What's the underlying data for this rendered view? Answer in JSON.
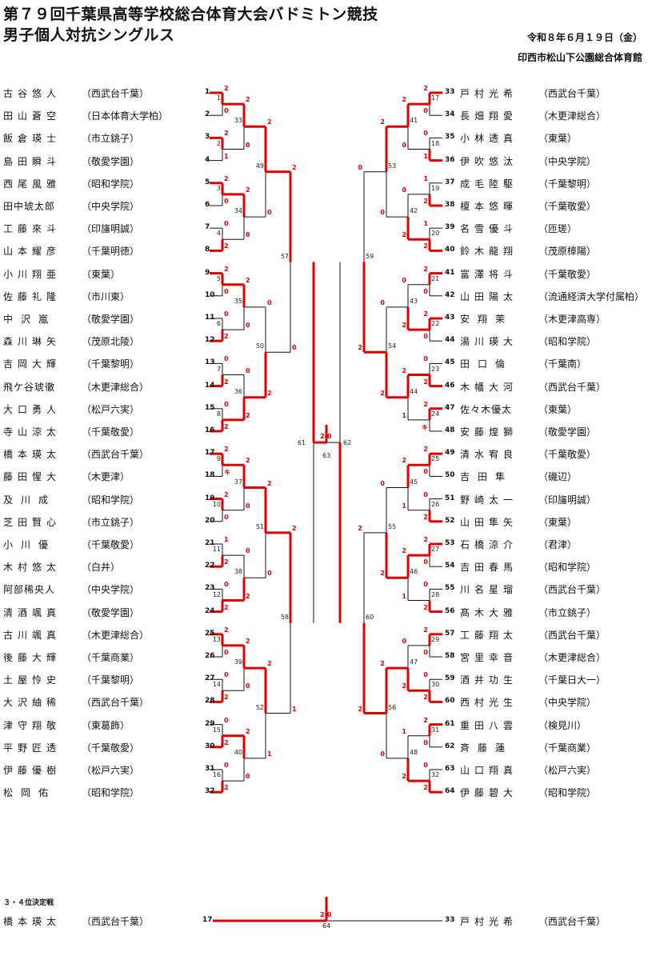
{
  "header": {
    "title_line1": "第７９回千葉県高等学校総合体育大会バドミトン競技",
    "title_line2": "男子個人対抗シングルス",
    "date": "令和８年６月１９日（金）",
    "venue": "印西市松山下公園総合体育館"
  },
  "colors": {
    "win": "#e10000",
    "line": "#111111"
  },
  "left_players": [
    {
      "seed": "1",
      "name": "古谷悠人",
      "school": "西武台千葉"
    },
    {
      "seed": "2",
      "name": "田山蒼空",
      "school": "日本体育大学柏"
    },
    {
      "seed": "3",
      "name": "飯倉瑛士",
      "school": "市立銚子"
    },
    {
      "seed": "4",
      "name": "島田瞬斗",
      "school": "敬愛学園"
    },
    {
      "seed": "5",
      "name": "西尾風雅",
      "school": "昭和学院"
    },
    {
      "seed": "6",
      "name": "田中琥太郎",
      "school": "中央学院"
    },
    {
      "seed": "7",
      "name": "工藤來斗",
      "school": "印旛明誠"
    },
    {
      "seed": "8",
      "name": "山本耀彦",
      "school": "千葉明徳"
    },
    {
      "seed": "9",
      "name": "小川翔亜",
      "school": "東葉"
    },
    {
      "seed": "10",
      "name": "佐藤礼隆",
      "school": "市川東"
    },
    {
      "seed": "11",
      "name": "中沢嵐",
      "school": "敬愛学園"
    },
    {
      "seed": "12",
      "name": "森川琳矢",
      "school": "茂原北陵"
    },
    {
      "seed": "13",
      "name": "吉岡大輝",
      "school": "千葉黎明"
    },
    {
      "seed": "14",
      "name": "飛ケ谷琥徹",
      "school": "木更津総合"
    },
    {
      "seed": "15",
      "name": "大口勇人",
      "school": "松戸六実"
    },
    {
      "seed": "16",
      "name": "寺山涼太",
      "school": "千葉敬愛"
    },
    {
      "seed": "17",
      "name": "橋本瑛太",
      "school": "西武台千葉"
    },
    {
      "seed": "18",
      "name": "藤田惺大",
      "school": "木更津"
    },
    {
      "seed": "19",
      "name": "及川成",
      "school": "昭和学院"
    },
    {
      "seed": "20",
      "name": "芝田賢心",
      "school": "市立銚子"
    },
    {
      "seed": "21",
      "name": "小川優",
      "school": "千葉敬愛"
    },
    {
      "seed": "22",
      "name": "木村悠太",
      "school": "白井"
    },
    {
      "seed": "23",
      "name": "阿部稀央人",
      "school": "中央学院"
    },
    {
      "seed": "24",
      "name": "清酒颯真",
      "school": "敬愛学園"
    },
    {
      "seed": "25",
      "name": "古川颯真",
      "school": "木更津総合"
    },
    {
      "seed": "26",
      "name": "後藤大輝",
      "school": "千葉商業"
    },
    {
      "seed": "27",
      "name": "土屋怜史",
      "school": "千葉黎明"
    },
    {
      "seed": "28",
      "name": "大沢紬稀",
      "school": "西武台千葉"
    },
    {
      "seed": "29",
      "name": "津守翔敬",
      "school": "東葛飾"
    },
    {
      "seed": "30",
      "name": "平野匠透",
      "school": "千葉敬愛"
    },
    {
      "seed": "31",
      "name": "伊藤優樹",
      "school": "松戸六実"
    },
    {
      "seed": "32",
      "name": "松岡佑",
      "school": "昭和学院"
    }
  ],
  "right_players": [
    {
      "seed": "33",
      "name": "戸村光希",
      "school": "西武台千葉"
    },
    {
      "seed": "34",
      "name": "長畑翔愛",
      "school": "木更津総合"
    },
    {
      "seed": "35",
      "name": "小林透真",
      "school": "東葉"
    },
    {
      "seed": "36",
      "name": "伊吹悠汰",
      "school": "中央学院"
    },
    {
      "seed": "37",
      "name": "成毛陸駆",
      "school": "千葉黎明"
    },
    {
      "seed": "38",
      "name": "榎本悠暉",
      "school": "千葉敬愛"
    },
    {
      "seed": "39",
      "name": "名雪優斗",
      "school": "匝瑳"
    },
    {
      "seed": "40",
      "name": "鈴木龍翔",
      "school": "茂原樟陽"
    },
    {
      "seed": "41",
      "name": "富澤将斗",
      "school": "千葉敬愛"
    },
    {
      "seed": "42",
      "name": "山田陽太",
      "school": "流通経済大学付属柏"
    },
    {
      "seed": "43",
      "name": "安翔茉",
      "school": "木更津高専"
    },
    {
      "seed": "44",
      "name": "湯川瑛大",
      "school": "昭和学院"
    },
    {
      "seed": "45",
      "name": "田口倫",
      "school": "千葉南"
    },
    {
      "seed": "46",
      "name": "木幡大河",
      "school": "西武台千葉"
    },
    {
      "seed": "47",
      "name": "佐々木優太",
      "school": "東葉"
    },
    {
      "seed": "48",
      "name": "安藤煌獅",
      "school": "敬愛学園"
    },
    {
      "seed": "49",
      "name": "清水宥良",
      "school": "千葉敬愛"
    },
    {
      "seed": "50",
      "name": "吉田隼",
      "school": "磯辺"
    },
    {
      "seed": "51",
      "name": "野崎太一",
      "school": "印旛明誠"
    },
    {
      "seed": "52",
      "name": "山田隼矢",
      "school": "東葉"
    },
    {
      "seed": "53",
      "name": "石橋涼介",
      "school": "君津"
    },
    {
      "seed": "54",
      "name": "吉田春馬",
      "school": "昭和学院"
    },
    {
      "seed": "55",
      "name": "川名星瑠",
      "school": "西武台千葉"
    },
    {
      "seed": "56",
      "name": "髙木大雅",
      "school": "市立銚子"
    },
    {
      "seed": "57",
      "name": "工藤翔太",
      "school": "西武台千葉"
    },
    {
      "seed": "58",
      "name": "宮里幸音",
      "school": "木更津総合"
    },
    {
      "seed": "59",
      "name": "酒井功生",
      "school": "千葉日大一"
    },
    {
      "seed": "60",
      "name": "西村光生",
      "school": "中央学院"
    },
    {
      "seed": "61",
      "name": "重田八雲",
      "school": "検見川"
    },
    {
      "seed": "62",
      "name": "斉藤蓮",
      "school": "千葉商業"
    },
    {
      "seed": "63",
      "name": "山口翔真",
      "school": "松戸六実"
    },
    {
      "seed": "64",
      "name": "伊藤碧大",
      "school": "昭和学院"
    }
  ],
  "matches": {
    "left_r1": [
      {
        "no": "1",
        "top": "2",
        "bot": "0",
        "winner": "top"
      },
      {
        "no": "2",
        "top": "2",
        "bot": "1",
        "winner": "top"
      },
      {
        "no": "3",
        "top": "2",
        "bot": "0",
        "winner": "top"
      },
      {
        "no": "4",
        "top": "0",
        "bot": "2",
        "winner": "bot"
      },
      {
        "no": "5",
        "top": "2",
        "bot": "0",
        "winner": "top"
      },
      {
        "no": "6",
        "top": "0",
        "bot": "2",
        "winner": "bot"
      },
      {
        "no": "7",
        "top": "0",
        "bot": "2",
        "winner": "bot"
      },
      {
        "no": "8",
        "top": "0",
        "bot": "2",
        "winner": "bot"
      },
      {
        "no": "9",
        "top": "2",
        "bot": "キ",
        "winner": "top"
      },
      {
        "no": "10",
        "top": "2",
        "bot": "0",
        "winner": "top"
      },
      {
        "no": "11",
        "top": "1",
        "bot": "2",
        "winner": "bot"
      },
      {
        "no": "12",
        "top": "0",
        "bot": "2",
        "winner": "bot"
      },
      {
        "no": "13",
        "top": "2",
        "bot": "0",
        "winner": "top"
      },
      {
        "no": "14",
        "top": "0",
        "bot": "2",
        "winner": "bot"
      },
      {
        "no": "15",
        "top": "0",
        "bot": "2",
        "winner": "bot"
      },
      {
        "no": "16",
        "top": "0",
        "bot": "2",
        "winner": "bot"
      }
    ],
    "left_r2": [
      {
        "no": "33",
        "top": "2",
        "bot": "0",
        "winner": "top"
      },
      {
        "no": "34",
        "top": "2",
        "bot": "0",
        "winner": "top"
      },
      {
        "no": "35",
        "top": "2",
        "bot": "0",
        "winner": "top"
      },
      {
        "no": "36",
        "top": "0",
        "bot": "2",
        "winner": "bot"
      },
      {
        "no": "37",
        "top": "2",
        "bot": "0",
        "winner": "top"
      },
      {
        "no": "38",
        "top": "0",
        "bot": "2",
        "winner": "bot"
      },
      {
        "no": "39",
        "top": "2",
        "bot": "0",
        "winner": "top"
      },
      {
        "no": "40",
        "top": "2",
        "bot": "0",
        "winner": "top"
      }
    ],
    "left_r3": [
      {
        "no": "49",
        "top": "2",
        "bot": "0",
        "winner": "top"
      },
      {
        "no": "50",
        "top": "0",
        "bot": "2",
        "winner": "bot"
      },
      {
        "no": "51",
        "top": "2",
        "bot": "0",
        "winner": "top"
      },
      {
        "no": "52",
        "top": "2",
        "bot": "1",
        "winner": "top"
      }
    ],
    "left_r4": [
      {
        "no": "57",
        "top": "2",
        "bot": "0",
        "winner": "top"
      },
      {
        "no": "58",
        "top": "2",
        "bot": "1",
        "winner": "top"
      }
    ],
    "right_r1": [
      {
        "no": "17",
        "top": "2",
        "bot": "0",
        "winner": "top"
      },
      {
        "no": "18",
        "top": "0",
        "bot": "1",
        "winner": "bot"
      },
      {
        "no": "19",
        "top": "1",
        "bot": "2",
        "winner": "bot"
      },
      {
        "no": "20",
        "top": "1",
        "bot": "2",
        "winner": "bot"
      },
      {
        "no": "21",
        "top": "2",
        "bot": "0",
        "winner": "top"
      },
      {
        "no": "22",
        "top": "2",
        "bot": "0",
        "winner": "top"
      },
      {
        "no": "23",
        "top": "0",
        "bot": "2",
        "winner": "bot"
      },
      {
        "no": "24",
        "top": "2",
        "bot": "キ",
        "winner": "top"
      },
      {
        "no": "25",
        "top": "2",
        "bot": "0",
        "winner": "top"
      },
      {
        "no": "26",
        "top": "0",
        "bot": "2",
        "winner": "bot"
      },
      {
        "no": "27",
        "top": "2",
        "bot": "0",
        "winner": "top"
      },
      {
        "no": "28",
        "top": "0",
        "bot": "2",
        "winner": "bot"
      },
      {
        "no": "29",
        "top": "2",
        "bot": "0",
        "winner": "top"
      },
      {
        "no": "30",
        "top": "0",
        "bot": "2",
        "winner": "bot"
      },
      {
        "no": "31",
        "top": "2",
        "bot": "0",
        "winner": "top"
      },
      {
        "no": "32",
        "top": "0",
        "bot": "2",
        "winner": "bot"
      }
    ],
    "right_r2": [
      {
        "no": "41",
        "top": "2",
        "bot": "0",
        "winner": "top"
      },
      {
        "no": "42",
        "top": "0",
        "bot": "2",
        "winner": "bot"
      },
      {
        "no": "43",
        "top": "0",
        "bot": "2",
        "winner": "bot"
      },
      {
        "no": "44",
        "top": "2",
        "bot": "1",
        "winner": "top"
      },
      {
        "no": "45",
        "top": "2",
        "bot": "1",
        "winner": "top"
      },
      {
        "no": "46",
        "top": "2",
        "bot": "1",
        "winner": "top"
      },
      {
        "no": "47",
        "top": "0",
        "bot": "2",
        "winner": "bot"
      },
      {
        "no": "48",
        "top": "1",
        "bot": "2",
        "winner": "bot"
      }
    ],
    "right_r3": [
      {
        "no": "53",
        "top": "2",
        "bot": "0",
        "winner": "top"
      },
      {
        "no": "54",
        "top": "0",
        "bot": "2",
        "winner": "bot"
      },
      {
        "no": "55",
        "top": "0",
        "bot": "2",
        "winner": "bot"
      },
      {
        "no": "56",
        "top": "2",
        "bot": "0",
        "winner": "top"
      }
    ],
    "right_r4": [
      {
        "no": "59",
        "top": "0",
        "bot": "2",
        "winner": "bot"
      },
      {
        "no": "60",
        "top": "2",
        "bot": "2",
        "winner": "bot"
      }
    ],
    "semi": [
      {
        "no": "61",
        "side": "left"
      },
      {
        "no": "62",
        "side": "right"
      }
    ],
    "final": {
      "no": "63",
      "score": "2-0"
    }
  },
  "third_place": {
    "label": "３・４位決定戦",
    "left": {
      "seed": "17",
      "name": "橋本瑛太",
      "school": "西武台千葉"
    },
    "right": {
      "seed": "33",
      "name": "戸村光希",
      "school": "西武台千葉"
    },
    "match_no": "64",
    "score": "2-0"
  }
}
